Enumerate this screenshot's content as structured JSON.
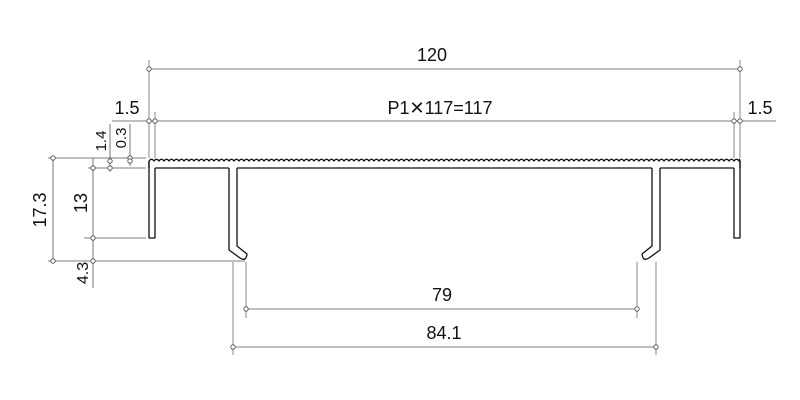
{
  "drawing": {
    "dimensions": {
      "overall_width": "120",
      "left_edge": "1.5",
      "pitch_spec": "P1✕117=117",
      "right_edge": "1.5",
      "top_plate_thickness": "1.4",
      "rib_height": "0.3",
      "total_height": "17.3",
      "leg_height": "13",
      "hook_offset": "4.3",
      "hook_inner_span": "79",
      "hook_outer_span": "84.1"
    },
    "colors": {
      "line": "#111111",
      "dimension": "#555555"
    }
  }
}
